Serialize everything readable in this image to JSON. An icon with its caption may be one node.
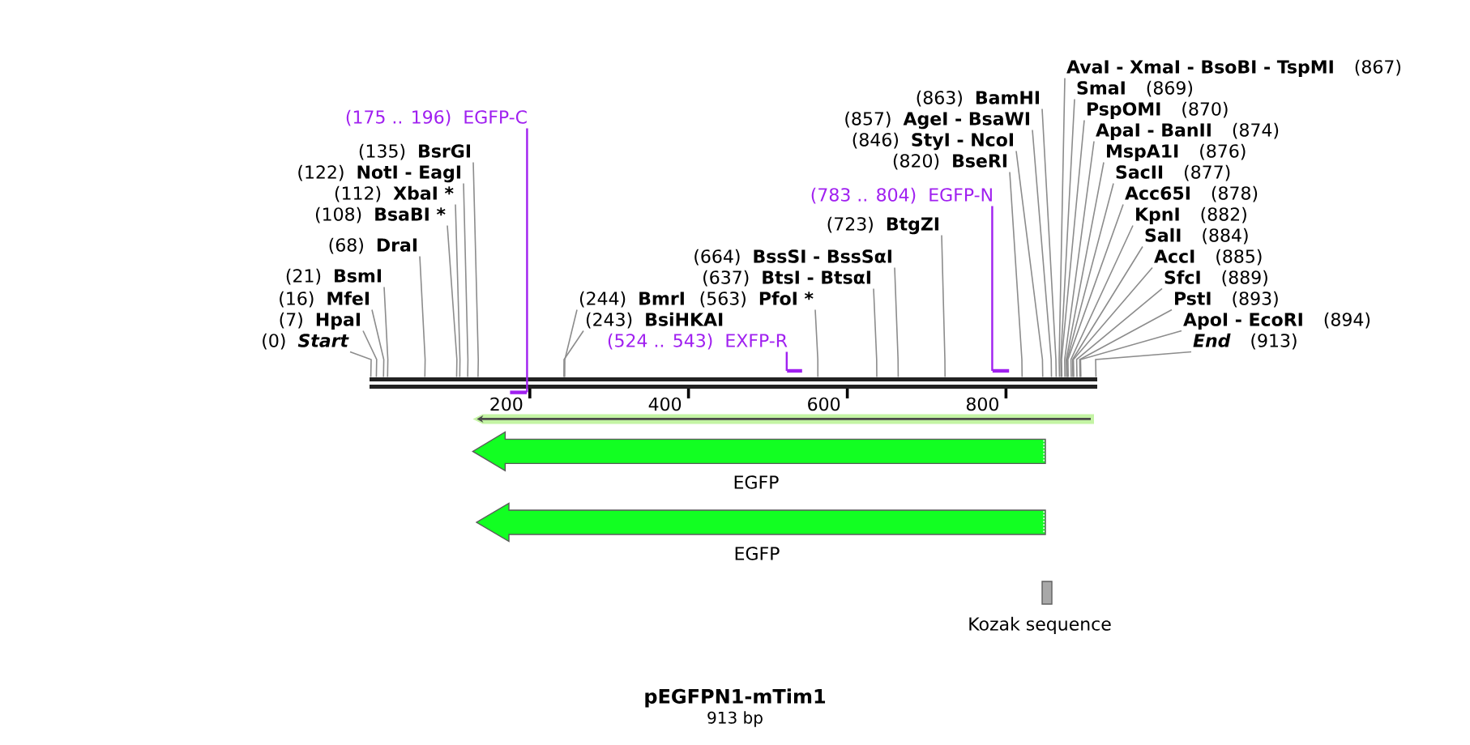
{
  "diagram": {
    "title": "pEGFPN1-mTim1",
    "nodes": [
      {
        "text": [
          "(175 .. 196)",
          "EGFP-C"
        ]
      },
      {
        "text": [
          "(135)",
          "BsrGI"
        ]
      },
      {
        "text": [
          "(122)",
          "NotI - EagI"
        ]
      },
      {
        "text": [
          "(112)",
          "XbaI *"
        ]
      },
      {
        "text": [
          "(108)",
          "BsaBI *"
        ]
      },
      {
        "text": [
          "(68)",
          "DraI"
        ]
      },
      {
        "text": [
          "(21)",
          "BsmI"
        ]
      },
      {
        "text": [
          "(16)",
          "MfeI"
        ]
      },
      {
        "text": [
          "(7)",
          "HpaI"
        ]
      },
      {
        "text": [
          "(0)",
          "Start"
        ]
      },
      {
        "text": [
          "(244)",
          "BmrI"
        ]
      },
      {
        "text": [
          "(243)",
          "BsiHKAI"
        ]
      },
      {
        "text": [
          "(664)",
          "BssSI - BssSαI"
        ]
      },
      {
        "text": [
          "(637)",
          "BtsI - BtsαI"
        ]
      },
      {
        "text": [
          "(563)",
          "PfoI *"
        ]
      },
      {
        "text": [
          "(524 .. 543)",
          "EXFP-R"
        ]
      },
      {
        "text": [
          "(723)",
          "BtgZI"
        ]
      },
      {
        "text": [
          "(783 .. 804)",
          "EGFP-N"
        ]
      },
      {
        "text": [
          "(863)",
          "BamHI"
        ]
      },
      {
        "text": [
          "(857)",
          "AgeI - BsaWI"
        ]
      },
      {
        "text": [
          "(846)",
          "StyI - NcoI"
        ]
      },
      {
        "text": [
          "(820)",
          "BseRI"
        ]
      },
      {
        "text": [
          "AvaI - XmaI - BsoBI - TspMI",
          "(867)"
        ]
      },
      {
        "text": [
          "SmaI",
          "(869)"
        ]
      },
      {
        "text": [
          "PspOMI",
          "(870)"
        ]
      },
      {
        "text": [
          "ApaI - BanII",
          "(874)"
        ]
      },
      {
        "text": [
          "MspA1I",
          "(876)"
        ]
      },
      {
        "text": [
          "SacII",
          "(877)"
        ]
      },
      {
        "text": [
          "Acc65I",
          "(878)"
        ]
      },
      {
        "text": [
          "KpnI",
          "(882)"
        ]
      },
      {
        "text": [
          "SalI",
          "(884)"
        ]
      },
      {
        "text": [
          "AccI",
          "(885)"
        ]
      },
      {
        "text": [
          "SfcI",
          "(889)"
        ]
      },
      {
        "text": [
          "PstI",
          "(893)"
        ]
      },
      {
        "text": [
          "ApoI - EcoRI",
          "(894)"
        ]
      },
      {
        "text": [
          "End",
          "(913)"
        ]
      },
      {
        "text": [],
        "shape": "bar"
      },
      {
        "text": [],
        "shape": "bar"
      },
      {
        "text": [],
        "shape": "bar"
      },
      {
        "text": [],
        "shape": "bar"
      },
      {
        "text": [],
        "shape": "arrow"
      },
      {
        "text": [],
        "shape": "arrow",
        "beside": [
          "EGFP"
        ]
      },
      {
        "text": [],
        "shape": "arrow",
        "beside": [
          "EGFP"
        ]
      },
      {
        "text": [],
        "shape": "box",
        "beside": [
          "Kozak sequence"
        ]
      }
    ],
    "edges": [
      {
        "from": 0,
        "to": 37,
        "arrow": "none",
        "color": "#a020f0"
      },
      {
        "from": 1,
        "to": 36,
        "arrow": "none"
      },
      {
        "from": 2,
        "to": 36,
        "arrow": "none"
      },
      {
        "from": 3,
        "to": 36,
        "arrow": "none"
      },
      {
        "from": 4,
        "to": 36,
        "arrow": "none"
      },
      {
        "from": 5,
        "to": 36,
        "arrow": "none"
      },
      {
        "from": 6,
        "to": 36,
        "arrow": "none"
      },
      {
        "from": 7,
        "to": 36,
        "arrow": "none"
      },
      {
        "from": 8,
        "to": 36,
        "arrow": "none"
      },
      {
        "from": 9,
        "to": 36,
        "arrow": "none"
      },
      {
        "from": 10,
        "to": 36,
        "arrow": "none"
      },
      {
        "from": 11,
        "to": 36,
        "arrow": "none"
      },
      {
        "from": 12,
        "to": 36,
        "arrow": "none"
      },
      {
        "from": 13,
        "to": 36,
        "arrow": "none"
      },
      {
        "from": 14,
        "to": 36,
        "arrow": "none"
      },
      {
        "from": 15,
        "to": 38,
        "arrow": "none",
        "color": "#a020f0"
      },
      {
        "from": 16,
        "to": 36,
        "arrow": "none"
      },
      {
        "from": 17,
        "to": 39,
        "arrow": "none",
        "color": "#a020f0"
      },
      {
        "from": 18,
        "to": 36,
        "arrow": "none"
      },
      {
        "from": 19,
        "to": 36,
        "arrow": "none"
      },
      {
        "from": 20,
        "to": 36,
        "arrow": "none"
      },
      {
        "from": 21,
        "to": 36,
        "arrow": "none"
      },
      {
        "from": 22,
        "to": 36,
        "arrow": "none"
      },
      {
        "from": 23,
        "to": 36,
        "arrow": "none"
      },
      {
        "from": 24,
        "to": 36,
        "arrow": "none"
      },
      {
        "from": 25,
        "to": 36,
        "arrow": "none"
      },
      {
        "from": 26,
        "to": 36,
        "arrow": "none"
      },
      {
        "from": 27,
        "to": 36,
        "arrow": "none"
      },
      {
        "from": 28,
        "to": 36,
        "arrow": "none"
      },
      {
        "from": 29,
        "to": 36,
        "arrow": "none"
      },
      {
        "from": 30,
        "to": 36,
        "arrow": "none"
      },
      {
        "from": 31,
        "to": 36,
        "arrow": "none"
      },
      {
        "from": 32,
        "to": 36,
        "arrow": "none"
      },
      {
        "from": 33,
        "to": 36,
        "arrow": "none"
      },
      {
        "from": 34,
        "to": 36,
        "arrow": "none"
      },
      {
        "from": 35,
        "to": 36,
        "arrow": "none"
      }
    ],
    "labels": [
      "200",
      "400",
      "600",
      "800",
      "913 bp"
    ]
  }
}
